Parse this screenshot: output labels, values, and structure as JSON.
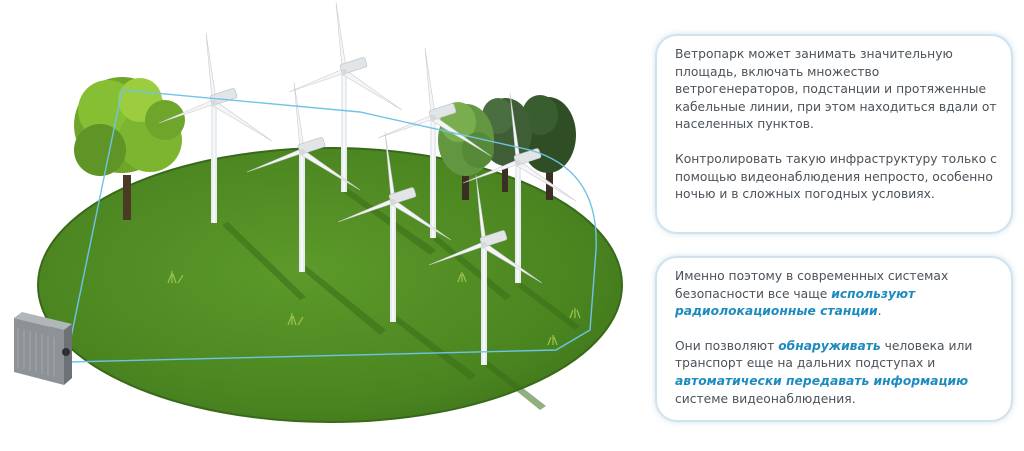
{
  "card1": {
    "p1": "Ветропарк может занимать значительную площадь, включать множество ветрогенераторов, подстанции и протяженные кабельные линии, при этом находиться вдали от населенных пунктов.",
    "p2": "Контролировать такую инфраструктуру только с помощью видеонаблюдения непросто, особенно ночью и в сложных погодных условиях."
  },
  "card2": {
    "p1_start": "Именно поэтому в современных системах безопасности все чаще ",
    "p1_highlight": "используют радиолокационные станции",
    "p1_end": ".",
    "p2_start": "Они позволяют ",
    "p2_highlight1": "обнаруживать",
    "p2_mid": " человека или транспорт еще на дальних подступах и ",
    "p2_highlight2": "автоматически передавать информацию",
    "p2_end": " системе видеонаблюдения."
  },
  "colors": {
    "highlight": "#1e8bbf",
    "field": "#4d8a22",
    "card_border": "#cfe3ef",
    "coverage_line": "#6fc3e8"
  },
  "icons": [
    "wind-turbine",
    "tree",
    "radar-device",
    "grass-tuft"
  ]
}
